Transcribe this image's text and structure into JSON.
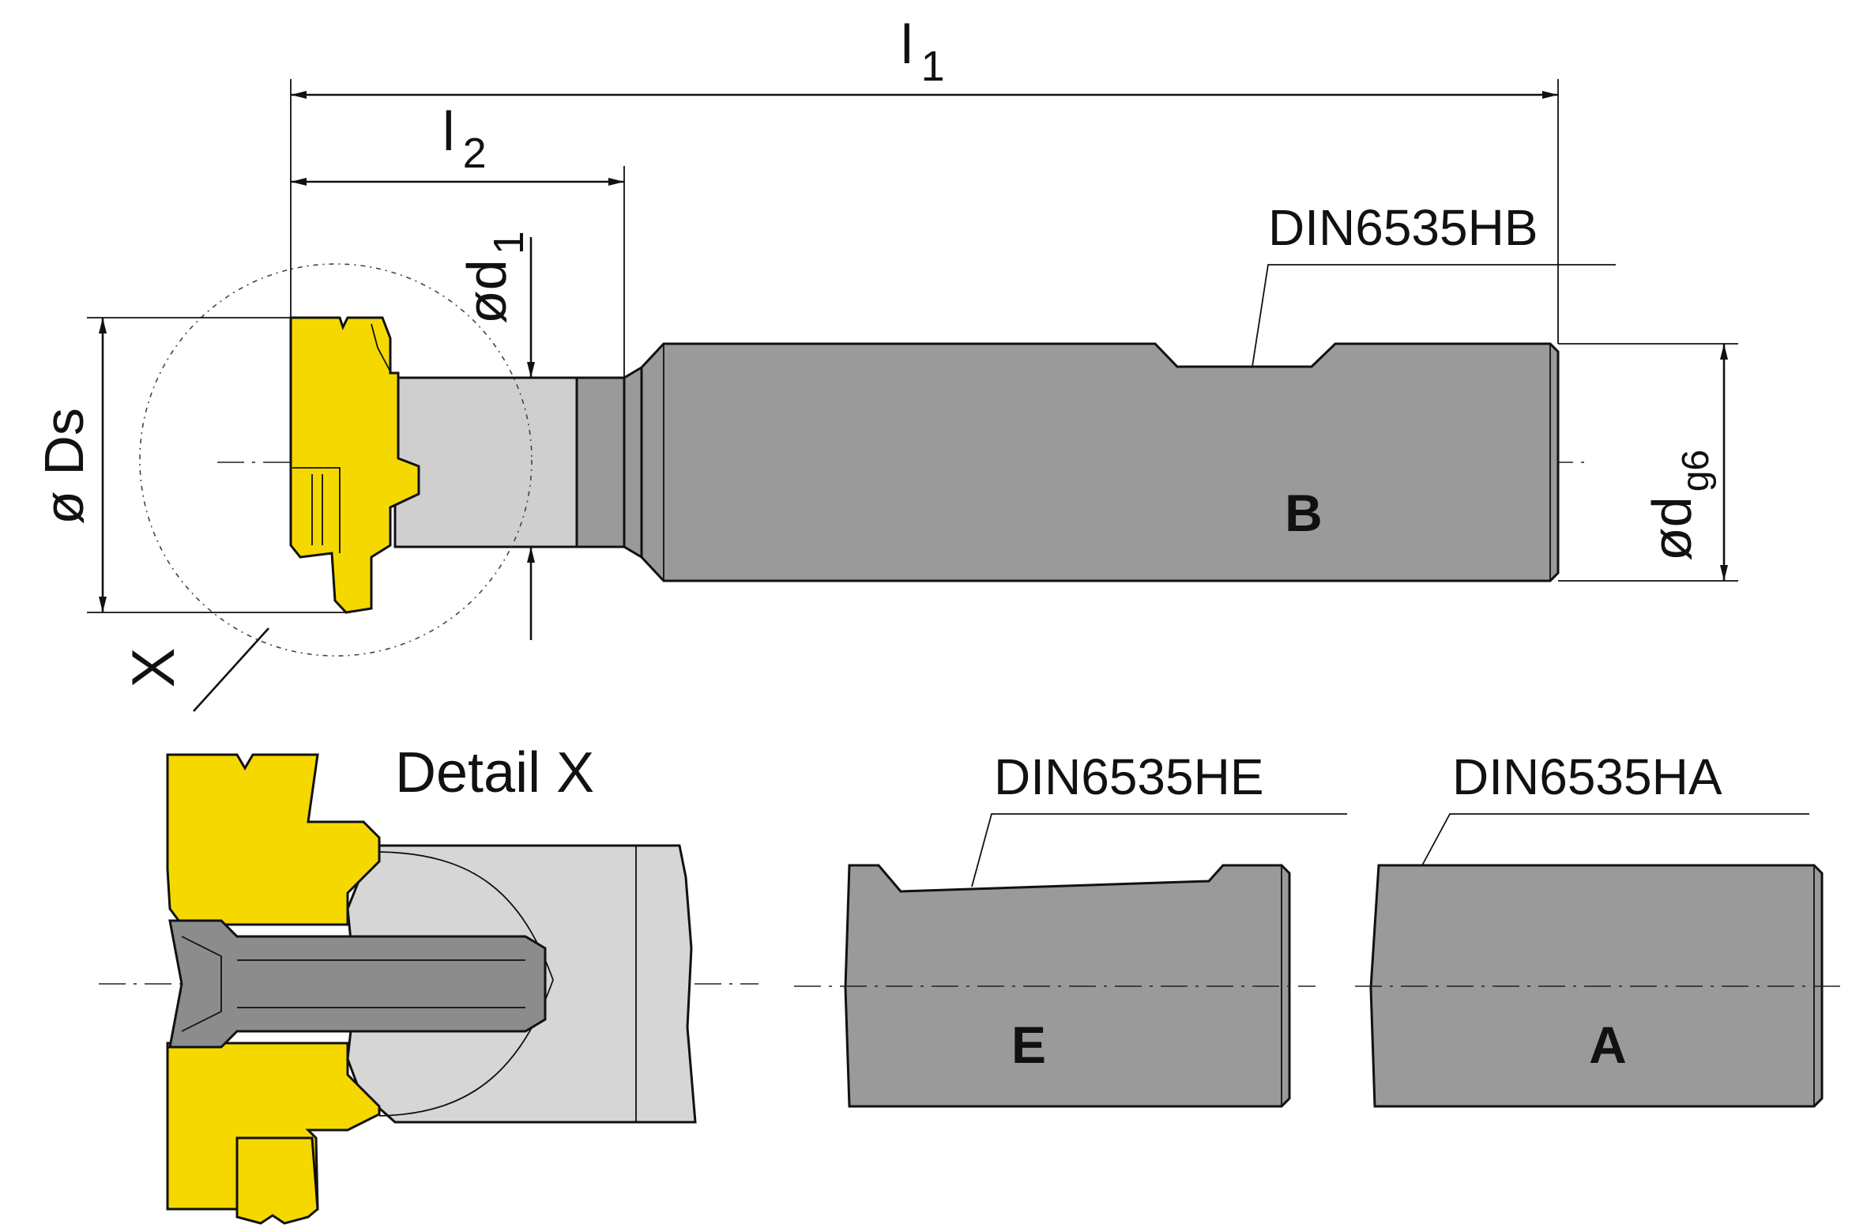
{
  "dimensions": {
    "l1": {
      "main": "l",
      "sub": "1"
    },
    "l2": {
      "main": "l",
      "sub": "2"
    },
    "d1": {
      "main": "ød",
      "sub": "1"
    },
    "Ds": {
      "main": "ø Ds"
    },
    "dg6": {
      "main": "ød",
      "sub": "g6"
    }
  },
  "shank_types": {
    "HB": {
      "label": "DIN6535HB",
      "letter": "B"
    },
    "HE": {
      "label": "DIN6535HE",
      "letter": "E"
    },
    "HA": {
      "label": "DIN6535HA",
      "letter": "A"
    }
  },
  "detail": {
    "marker": "X",
    "title": "Detail X"
  },
  "colors": {
    "insert": "#f5d800",
    "shank": "#9a9a9a",
    "neck": "#cfcfcf",
    "body_light": "#d6d6d6",
    "outline": "#111111"
  }
}
